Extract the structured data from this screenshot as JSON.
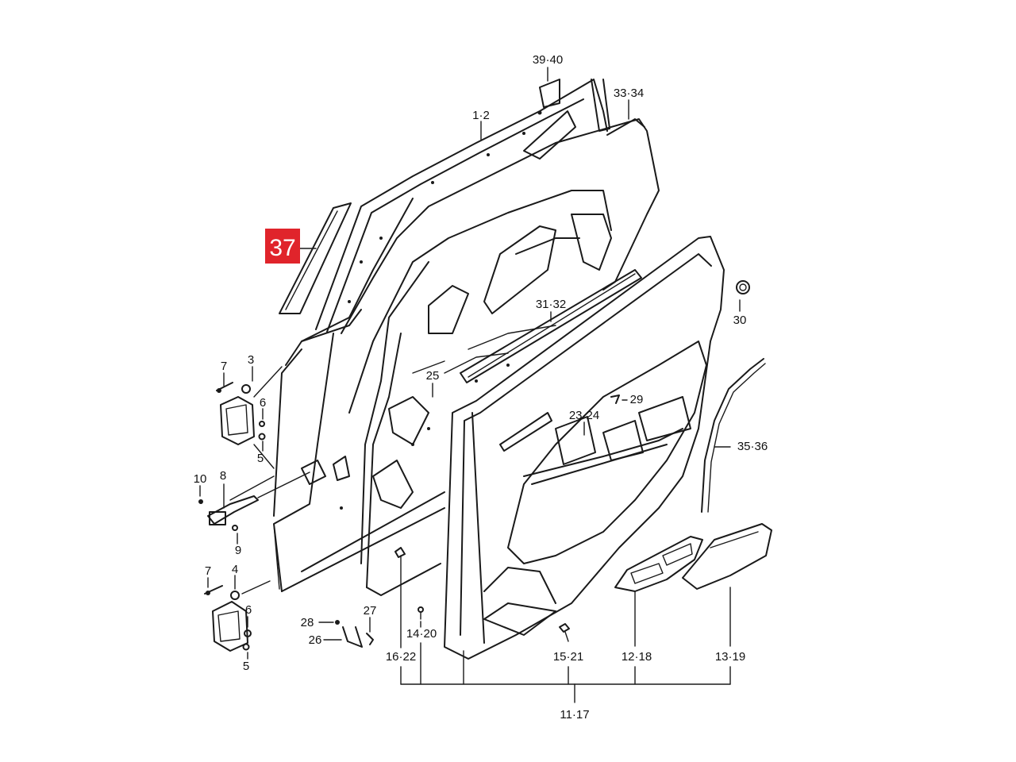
{
  "diagram": {
    "highlight": {
      "label": "37",
      "color": "#e0242b"
    },
    "labels": {
      "l_39_40": "39·40",
      "l_33_34": "33·34",
      "l_1_2": "1·2",
      "l_31_32": "31·32",
      "l_30": "30",
      "l_3": "3",
      "l_7a": "7",
      "l_6a": "6",
      "l_5a": "5",
      "l_25": "25",
      "l_29": "29",
      "l_23_24": "23·24",
      "l_35_36": "35·36",
      "l_10": "10",
      "l_8": "8",
      "l_9": "9",
      "l_7b": "7",
      "l_4": "4",
      "l_6b": "6",
      "l_5b": "5",
      "l_28": "28",
      "l_27": "27",
      "l_26": "26",
      "l_14_20": "14·20",
      "l_16_22": "16·22",
      "l_15_21": "15·21",
      "l_12_18": "12·18",
      "l_13_19": "13·19",
      "l_11_17": "11·17"
    }
  }
}
